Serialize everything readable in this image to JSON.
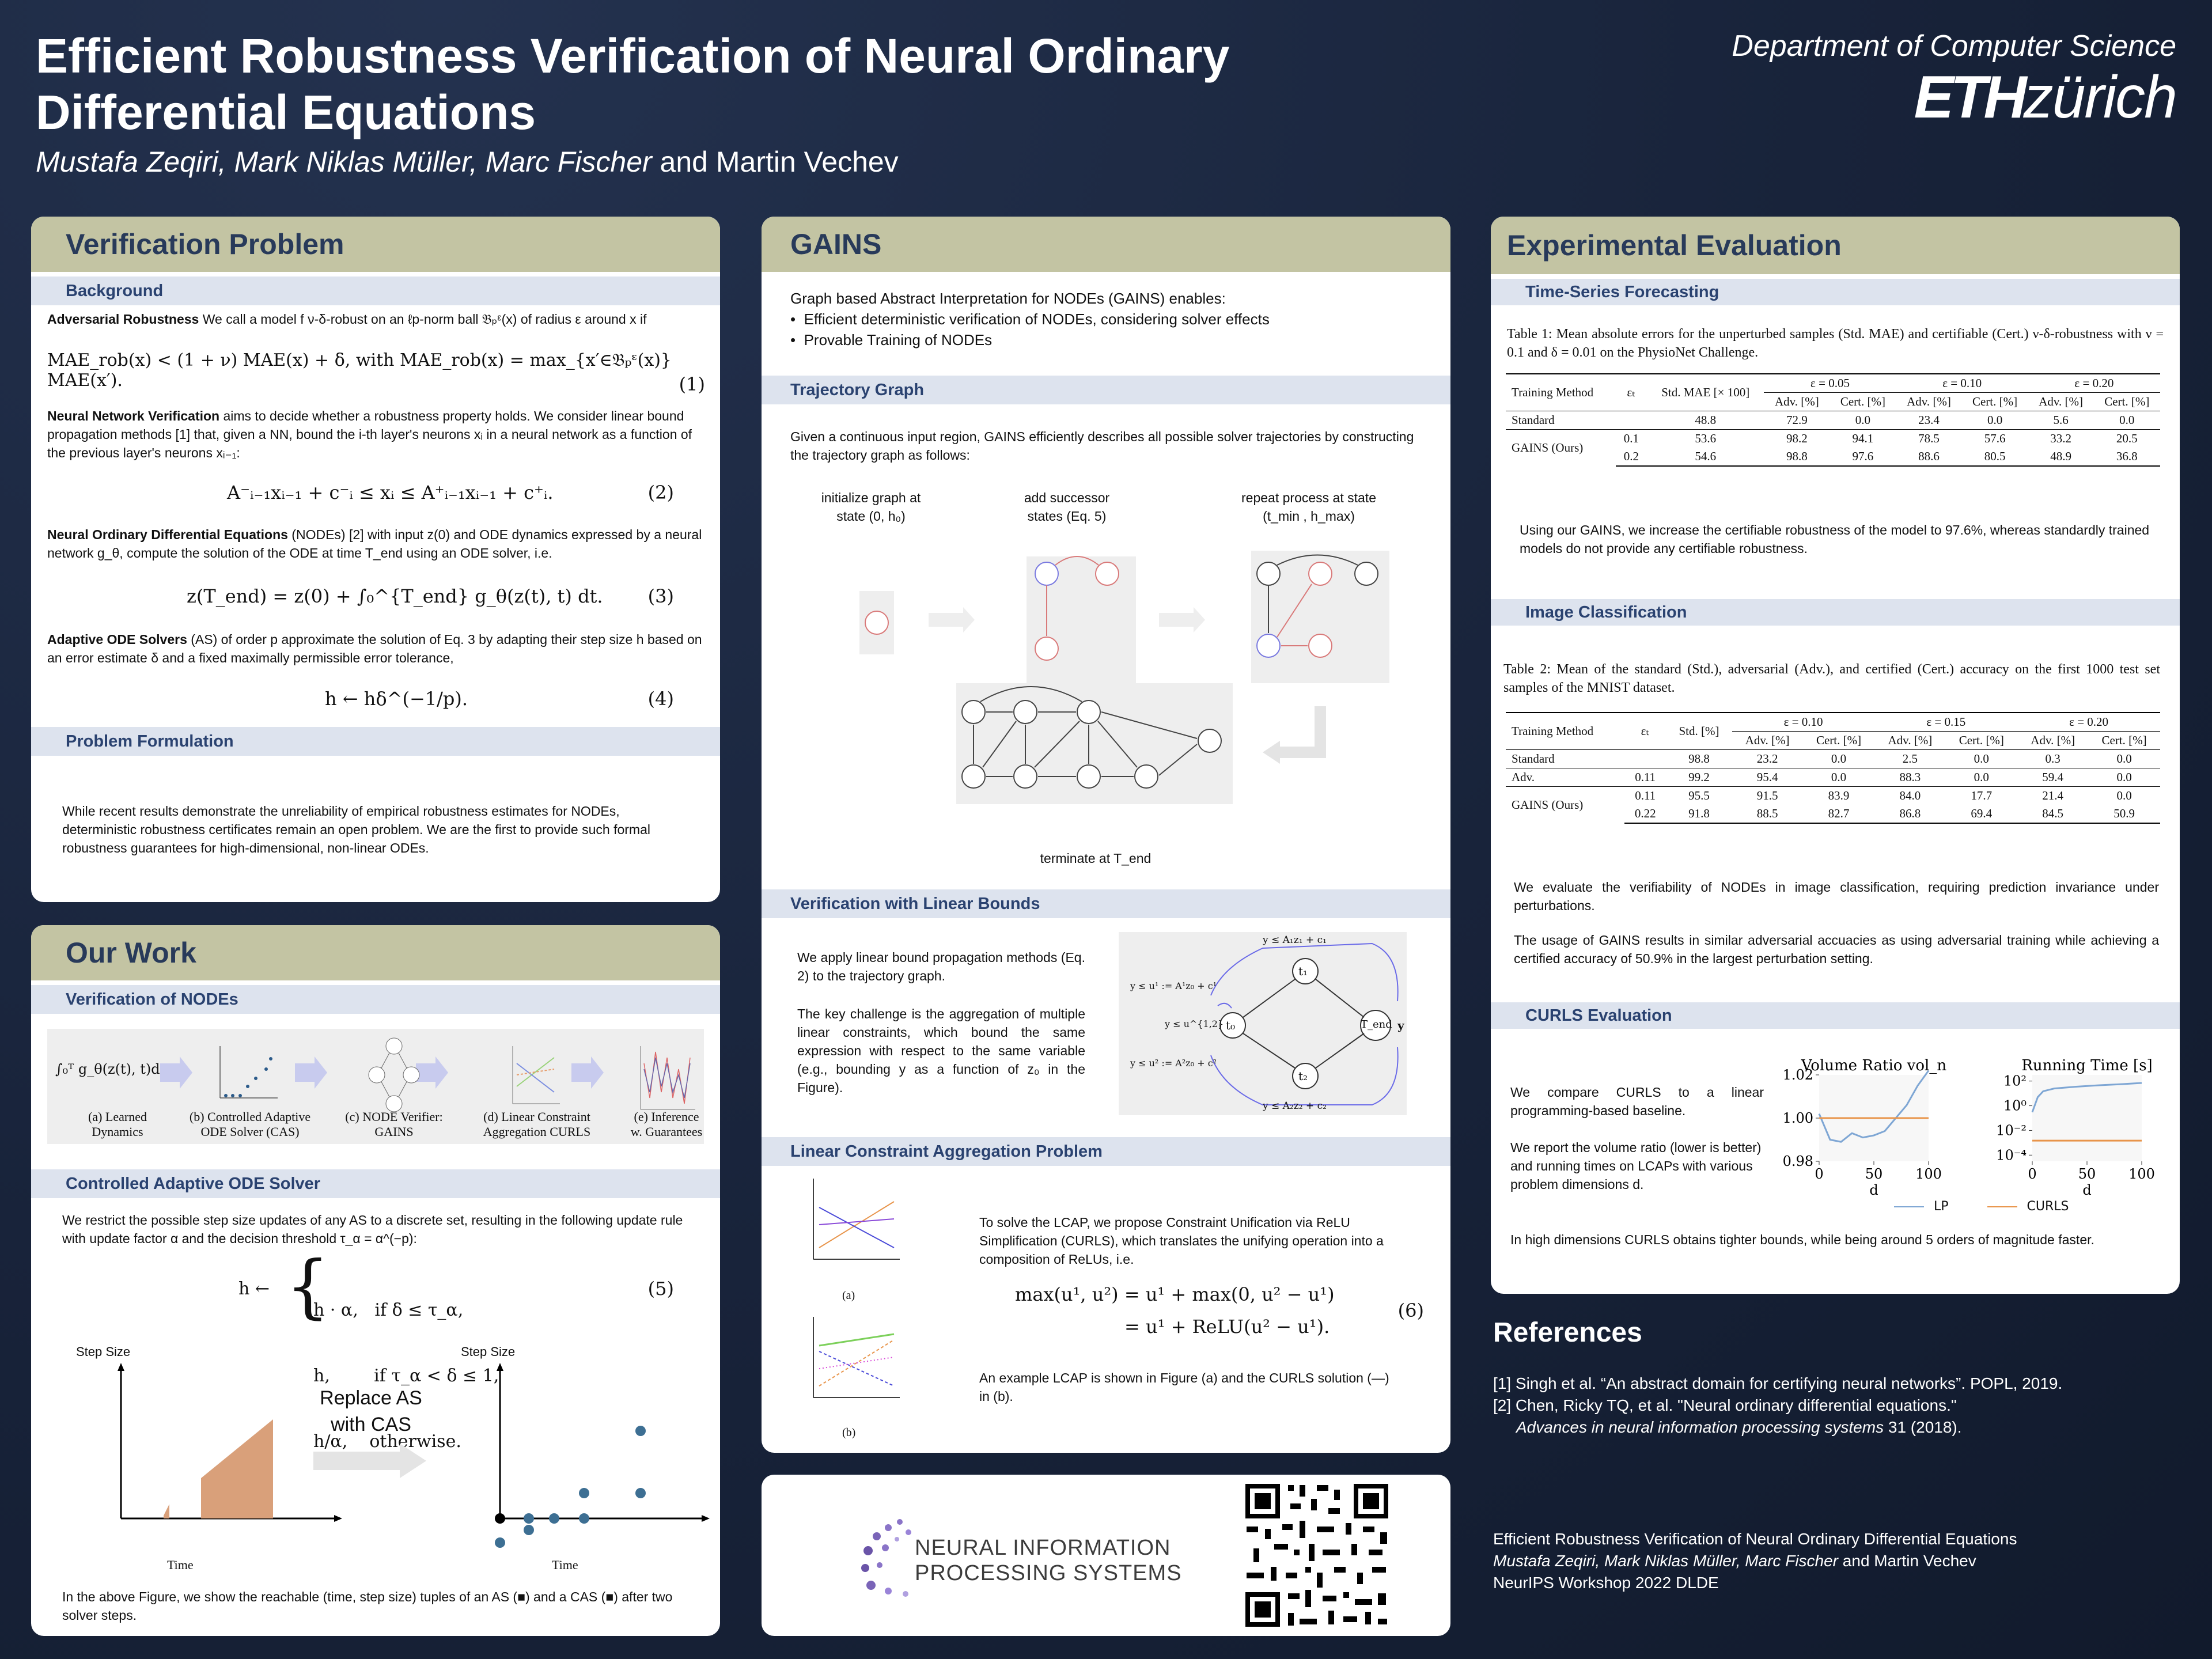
{
  "header": {
    "title": "Efficient Robustness Verification of Neural Ordinary Differential Equations",
    "authors_italic": "Mustafa Zeqiri, Mark Niklas Müller, Marc Fischer",
    "authors_and": " and Martin Vechev",
    "department": "Department of Computer Science",
    "logo_eth": "ETH",
    "logo_zurich": "zürich"
  },
  "verification_problem": {
    "title": "Verification Problem",
    "background": "Background",
    "adv_rob_bold": "Adversarial Robustness",
    "adv_rob_text": " We call a model f ν-δ-robust on an ℓp-norm ball 𝔅ₚᵋ(x) of radius ε around x if",
    "eq1": "MAE_rob(x) < (1 + ν) MAE(x) + δ,    with MAE_rob(x) = max_{x′∈𝔅ₚᵋ(x)} MAE(x′).",
    "eq1_num": "(1)",
    "nnv_bold": "Neural Network Verification",
    "nnv_text": " aims to decide whether a robustness property holds. We consider linear bound propagation methods [1] that, given a NN, bound the i-th layer's neurons xᵢ in a neural network as a function of the previous layer's neurons xᵢ₋₁:",
    "eq2": "A⁻ᵢ₋₁xᵢ₋₁ + c⁻ᵢ ≤ xᵢ ≤ A⁺ᵢ₋₁xᵢ₋₁ + c⁺ᵢ.",
    "eq2_num": "(2)",
    "node_bold": "Neural Ordinary Differential Equations",
    "node_text": " (NODEs) [2] with input z(0) and ODE dynamics expressed by a neural network g_θ, compute the solution of the ODE at time T_end using an ODE solver, i.e.",
    "eq3": "z(T_end) = z(0) + ∫₀^{T_end} g_θ(z(t), t) dt.",
    "eq3_num": "(3)",
    "aos_bold": "Adaptive ODE Solvers",
    "aos_text": " (AS) of order p approximate the solution of Eq. 3 by adapting their step size h based on an error estimate δ and a fixed maximally permissible error tolerance,",
    "eq4": "h ← hδ^(−1/p).",
    "eq4_num": "(4)",
    "problem_formulation": "Problem Formulation",
    "pf_text": "While recent results demonstrate the unreliability of empirical robustness estimates for NODEs, deterministic robustness certificates remain an open problem. We are the first to provide such formal robustness guarantees for high-dimensional, non-linear ODEs."
  },
  "our_work": {
    "title": "Our Work",
    "verification_of_nodes": "Verification of NODEs",
    "integral": "∫₀ᵀ g_θ(z(t), t)dt",
    "steps": [
      {
        "label": "(a) Learned Dynamics"
      },
      {
        "label": "(b) Controlled Adaptive ODE Solver (CAS)"
      },
      {
        "label": "(c) NODE Verifier: GAINS"
      },
      {
        "label": "(d) Linear Constraint Aggregation CURLS"
      },
      {
        "label": "(e) Inference w. Guarantees"
      }
    ],
    "controlled_solver": "Controlled Adaptive ODE Solver",
    "cas_text": "We restrict the possible step size updates of any AS to a discrete set, resulting in the following update rule with update factor α and the decision threshold τ_α = α^(−p):",
    "eq5_lines": [
      "h · α,   if δ ≤ τ_α,",
      "h,        if τ_α < δ ≤ 1,",
      "h/α,    otherwise."
    ],
    "eq5_lhs": "h ←",
    "eq5_num": "(5)",
    "step_size": "Step Size",
    "time": "Time",
    "replace": "Replace AS with CAS",
    "caption": "In the above Figure, we show the reachable (time, step size) tuples of an AS (■) and a CAS (■) after two solver steps.",
    "colors": {
      "as": "#d9a07a",
      "cas": "#3d6f93"
    }
  },
  "gains": {
    "title": "GAINS",
    "intro": "Graph based Abstract Interpretation for NODEs (GAINS) enables:",
    "bullets": [
      "Efficient deterministic verification of NODEs, considering solver effects",
      "Provable Training of NODEs"
    ],
    "trajectory_graph": "Trajectory Graph",
    "tg_text": "Given a continuous input region, GAINS efficiently describes all possible solver trajectories by constructing the trajectory graph as follows:",
    "step1": "initialize graph at state (0, h₀)",
    "step2": "add successor states (Eq. 5)",
    "step3": "repeat process at state (t_min , h_max)",
    "terminate": "terminate at T_end",
    "verification_linear": "Verification with Linear Bounds",
    "vl_text1": "We apply linear bound propagation methods (Eq. 2) to the trajectory graph.",
    "vl_text2": "The key challenge is the aggregation of multiple linear constraints, which bound the same expression with respect to the same variable (e.g., bounding y as a function of z₀ in the Figure).",
    "lcap": "Linear Constraint Aggregation Problem",
    "lcap_text1": "To solve the LCAP, we propose Constraint Unification via ReLU Simplification (CURLS), which translates the unifying operation into a composition of ReLUs, i.e.",
    "eq6_l1": "max(u¹, u²) = u¹ + max(0, u² − u¹)",
    "eq6_l2": "= u¹ + ReLU(u² − u¹).",
    "eq6_num": "(6)",
    "lcap_text2": "An example LCAP is shown in Figure (a) and the CURLS solution (—) in (b).",
    "fig_a": "(a)",
    "fig_b": "(b)",
    "graph_labels": {
      "t0": "t₀",
      "t1": "t₁",
      "t2": "t₂",
      "tend": "T_end",
      "c_top": "y ≤ A₁z₁ + c₁",
      "c_bot": "y ≤ A₂z₂ + c₂",
      "u1": "y ≤ u¹ := A¹z₀ + c¹",
      "u12": "y ≤ u^{1,2}",
      "u2": "y ≤ u² := A²z₀ + c²",
      "y": "y"
    }
  },
  "neurips": {
    "line1": "NEURAL INFORMATION",
    "line2": "PROCESSING SYSTEMS"
  },
  "experimental": {
    "title": "Experimental Evaluation",
    "time_series": "Time-Series Forecasting",
    "table1_caption": "Table 1: Mean absolute errors for the unperturbed samples (Std. MAE) and certifiable (Cert.) ν-δ-robustness with ν = 0.1 and δ = 0.01 on the PhysioNet Challenge.",
    "table1": {
      "h_method": "Training Method",
      "h_eps": "εₜ",
      "h_std": "Std. MAE [× 100]",
      "eps": [
        "ε = 0.05",
        "ε = 0.10",
        "ε = 0.20"
      ],
      "adv": "Adv. [%]",
      "cert": "Cert. [%]",
      "rows": [
        {
          "m": "Standard",
          "e": "",
          "v": [
            "48.8",
            "72.9",
            "0.0",
            "23.4",
            "0.0",
            "5.6",
            "0.0"
          ]
        },
        {
          "m": "GAINS (Ours)",
          "e": "0.1",
          "v": [
            "53.6",
            "98.2",
            "94.1",
            "78.5",
            "57.6",
            "33.2",
            "20.5"
          ]
        },
        {
          "m": "",
          "e": "0.2",
          "v": [
            "54.6",
            "98.8",
            "97.6",
            "88.6",
            "80.5",
            "48.9",
            "36.8"
          ]
        }
      ]
    },
    "ts_text": "Using our GAINS, we increase the certifiable robustness of the model to  97.6%, whereas standardly trained models do not provide any certifiable robustness.",
    "image_class": "Image Classification",
    "table2_caption": "Table 2: Mean of the standard (Std.), adversarial (Adv.), and certified (Cert.) accuracy on the first 1000 test set samples of the MNIST dataset.",
    "table2": {
      "h_method": "Training Method",
      "h_eps": "εₜ",
      "h_std": "Std. [%]",
      "eps": [
        "ε = 0.10",
        "ε = 0.15",
        "ε = 0.20"
      ],
      "adv": "Adv. [%]",
      "cert": "Cert. [%]",
      "rows": [
        {
          "m": "Standard",
          "e": "",
          "v": [
            "98.8",
            "23.2",
            "0.0",
            "2.5",
            "0.0",
            "0.3",
            "0.0"
          ]
        },
        {
          "m": "Adv.",
          "e": "0.11",
          "v": [
            "99.2",
            "95.4",
            "0.0",
            "88.3",
            "0.0",
            "59.4",
            "0.0"
          ]
        },
        {
          "m": "GAINS (Ours)",
          "e": "0.11",
          "v": [
            "95.5",
            "91.5",
            "83.9",
            "84.0",
            "17.7",
            "21.4",
            "0.0"
          ]
        },
        {
          "m": "",
          "e": "0.22",
          "v": [
            "91.8",
            "88.5",
            "82.7",
            "86.8",
            "69.4",
            "84.5",
            "50.9"
          ]
        }
      ]
    },
    "ic_text1": "We evaluate the verifiability of NODEs in image classification, requiring prediction invariance under perturbations.",
    "ic_text2": "The usage of GAINS results in similar adversarial accuacies as using adversarial training  while achieving a certified accuracy  of 50.9% in the largest perturbation setting.",
    "curls": "CURLS Evaluation",
    "curls_text1": "We compare CURLS to a linear programming-based baseline.",
    "curls_text2": "We report the volume ratio (lower is better) and running times on LCAPs with various problem dimensions d.",
    "curls_text3": "In high dimensions CURLS obtains tighter bounds, while being around 5 orders of magnitude faster."
  },
  "chart_data": [
    {
      "type": "line",
      "title": "Volume Ratio vol_n",
      "xlabel": "d",
      "x_ticks": [
        "0",
        "50",
        "100"
      ],
      "y_ticks": [
        "0.98",
        "1.00",
        "1.02"
      ],
      "xlim": [
        0,
        100
      ],
      "ylim": [
        0.98,
        1.02
      ],
      "series": [
        {
          "name": "LP",
          "color": "#7ea6d4",
          "x": [
            0,
            5,
            10,
            20,
            30,
            40,
            50,
            60,
            70,
            80,
            90,
            100
          ],
          "y": [
            1.002,
            0.996,
            0.99,
            0.989,
            0.993,
            0.991,
            0.992,
            0.994,
            1.0,
            1.006,
            1.015,
            1.022
          ]
        },
        {
          "name": "CURLS",
          "color": "#e8944a",
          "x": [
            0,
            100
          ],
          "y": [
            1.0,
            1.0
          ]
        }
      ]
    },
    {
      "type": "line",
      "title": "Running Time [s]",
      "xlabel": "d",
      "x_ticks": [
        "0",
        "50",
        "100"
      ],
      "y_ticks": [
        "10⁻⁴",
        "10⁻²",
        "10⁰",
        "10²"
      ],
      "log_y": true,
      "xlim": [
        0,
        100
      ],
      "series": [
        {
          "name": "LP",
          "color": "#7ea6d4",
          "x": [
            0,
            5,
            10,
            20,
            40,
            60,
            80,
            100
          ],
          "y": [
            0.3,
            5,
            15,
            25,
            35,
            45,
            55,
            70
          ]
        },
        {
          "name": "CURLS",
          "color": "#e8944a",
          "x": [
            0,
            100
          ],
          "y": [
            0.0015,
            0.0015
          ]
        }
      ]
    }
  ],
  "legend": {
    "lp": "LP",
    "curls": "CURLS"
  },
  "references": {
    "title": "References",
    "ref1": "[1] Singh et al. “An abstract domain for certifying neural networks”. POPL, 2019.",
    "ref2": "[2] Chen, Ricky TQ, et al. \"Neural ordinary differential equations.\"",
    "ref2b_italic": "Advances in neural information processing systems",
    "ref2b_rest": " 31 (2018)."
  },
  "footer": {
    "title": "Efficient Robustness Verification of Neural Ordinary Differential Equations",
    "authors_italic": "Mustafa Zeqiri, Mark Niklas Müller, Marc Fischer",
    "authors_and": " and Martin Vechev",
    "venue": "NeurIPS Workshop 2022 DLDE"
  }
}
